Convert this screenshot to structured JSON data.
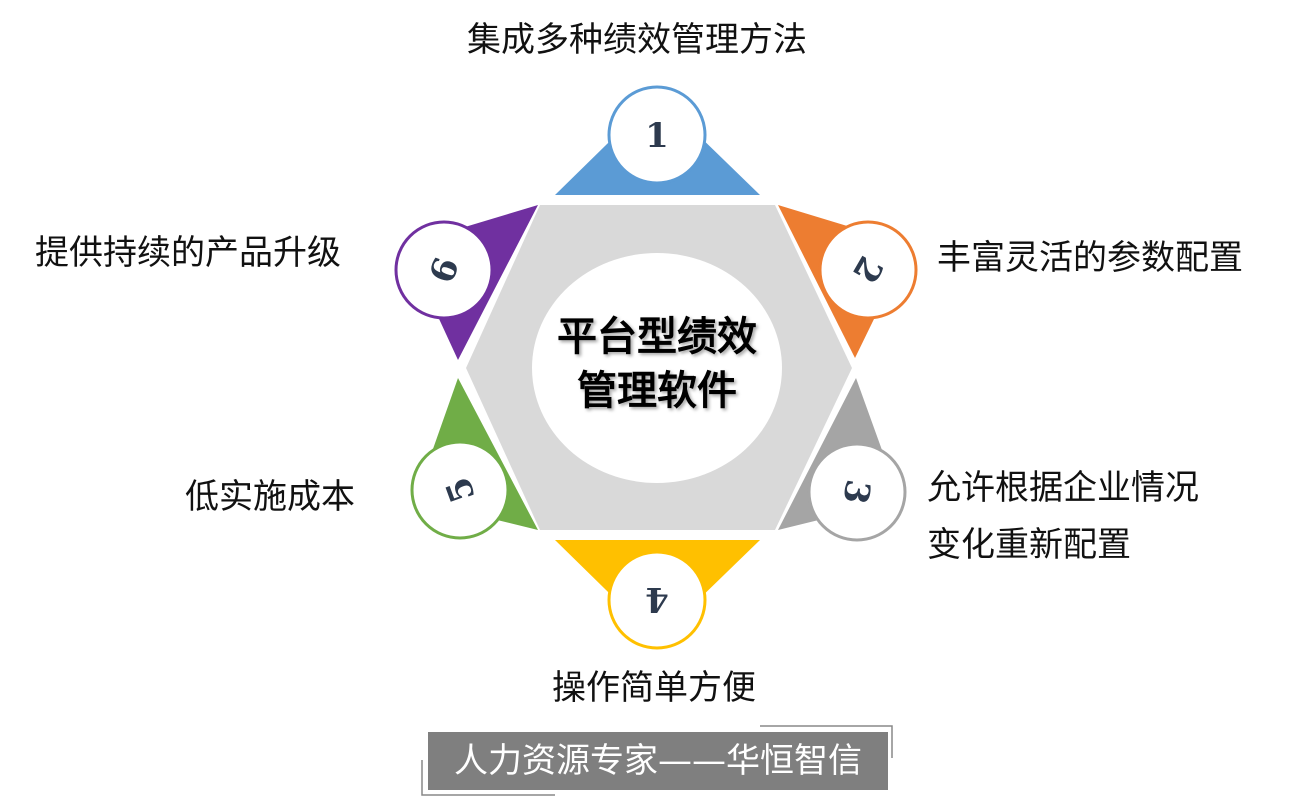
{
  "center_title": [
    "平台型绩效",
    "管理软件"
  ],
  "features": [
    {
      "number": "1",
      "label": "集成多种绩效管理方法",
      "color": "#5b9bd5"
    },
    {
      "number": "2",
      "label": "丰富灵活的参数配置",
      "color": "#ed7d31"
    },
    {
      "number": "3",
      "label_lines": [
        "允许根据企业情况",
        "变化重新配置"
      ],
      "color": "#a5a5a5"
    },
    {
      "number": "4",
      "label": "操作简单方便",
      "color": "#ffc000"
    },
    {
      "number": "5",
      "label": "低实施成本",
      "color": "#70ad47"
    },
    {
      "number": "6",
      "label": "提供持续的产品升级",
      "color": "#7030a0"
    }
  ],
  "banner": "人力资源专家——华恒智信"
}
